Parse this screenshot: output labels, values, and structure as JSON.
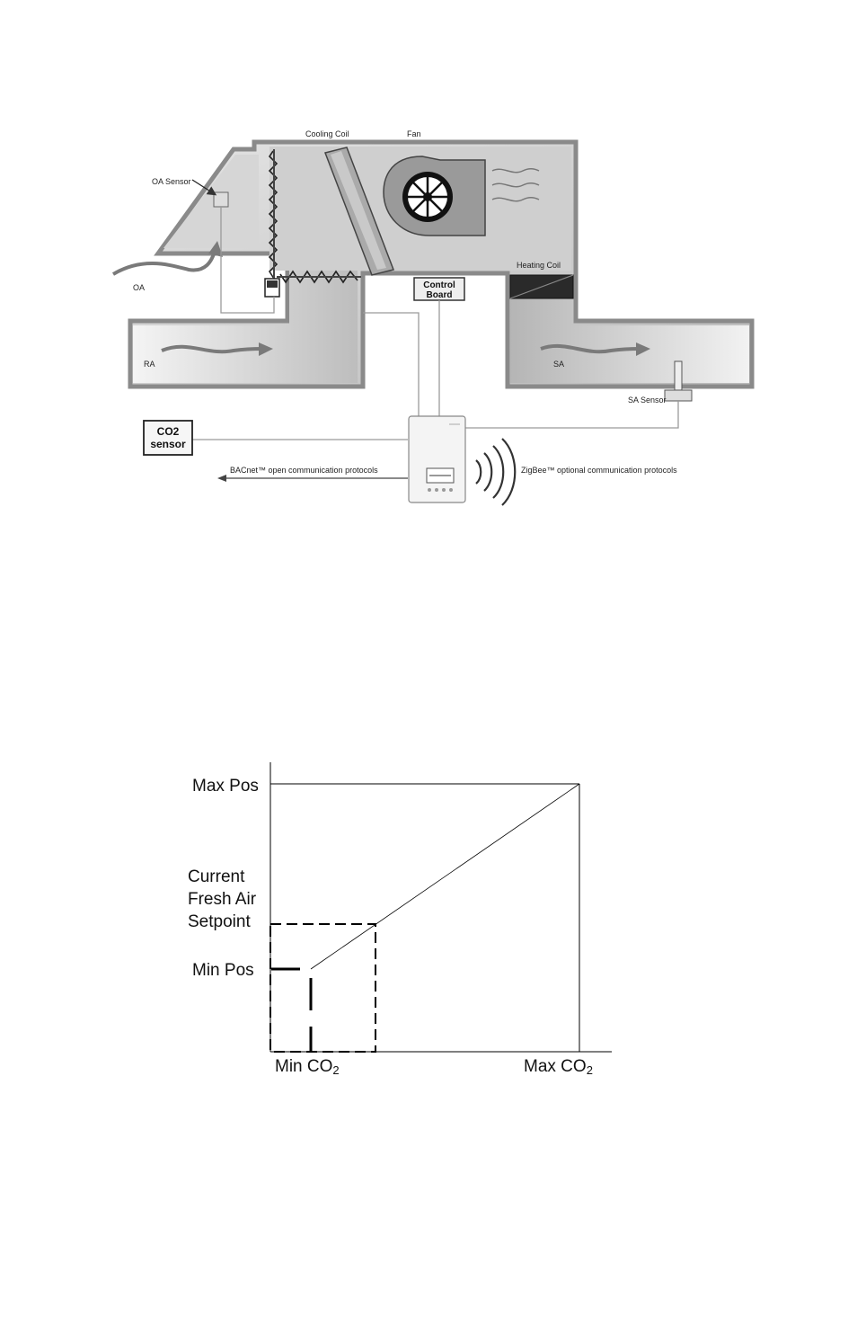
{
  "ahu": {
    "labels": {
      "cooling_coil": "Cooling Coil",
      "fan": "Fan",
      "oa_sensor": "OA Sensor",
      "oa": "OA",
      "ra": "RA",
      "heating_coil": "Heating Coil",
      "sa": "SA",
      "sa_sensor": "SA Sensor",
      "control_board_line1": "Control",
      "control_board_line2": "Board",
      "co2_sensor_line1": "CO2",
      "co2_sensor_line2": "sensor",
      "bacnet": "BACnet™ open communication protocols",
      "zigbee": "ZigBee™ optional communication protocols"
    },
    "colors": {
      "duct_fill": "#c8c8c8",
      "duct_edge": "#8a8a8a",
      "line": "#999999",
      "arrow": "#7a7a7a"
    }
  },
  "graph": {
    "labels": {
      "max_pos": "Max Pos",
      "current_line1": "Current",
      "current_line2": "Fresh Air",
      "current_line3": "Setpoint",
      "min_pos": "Min Pos",
      "min_co2": "Min CO",
      "max_co2": "Max CO",
      "subscript": "2"
    }
  }
}
